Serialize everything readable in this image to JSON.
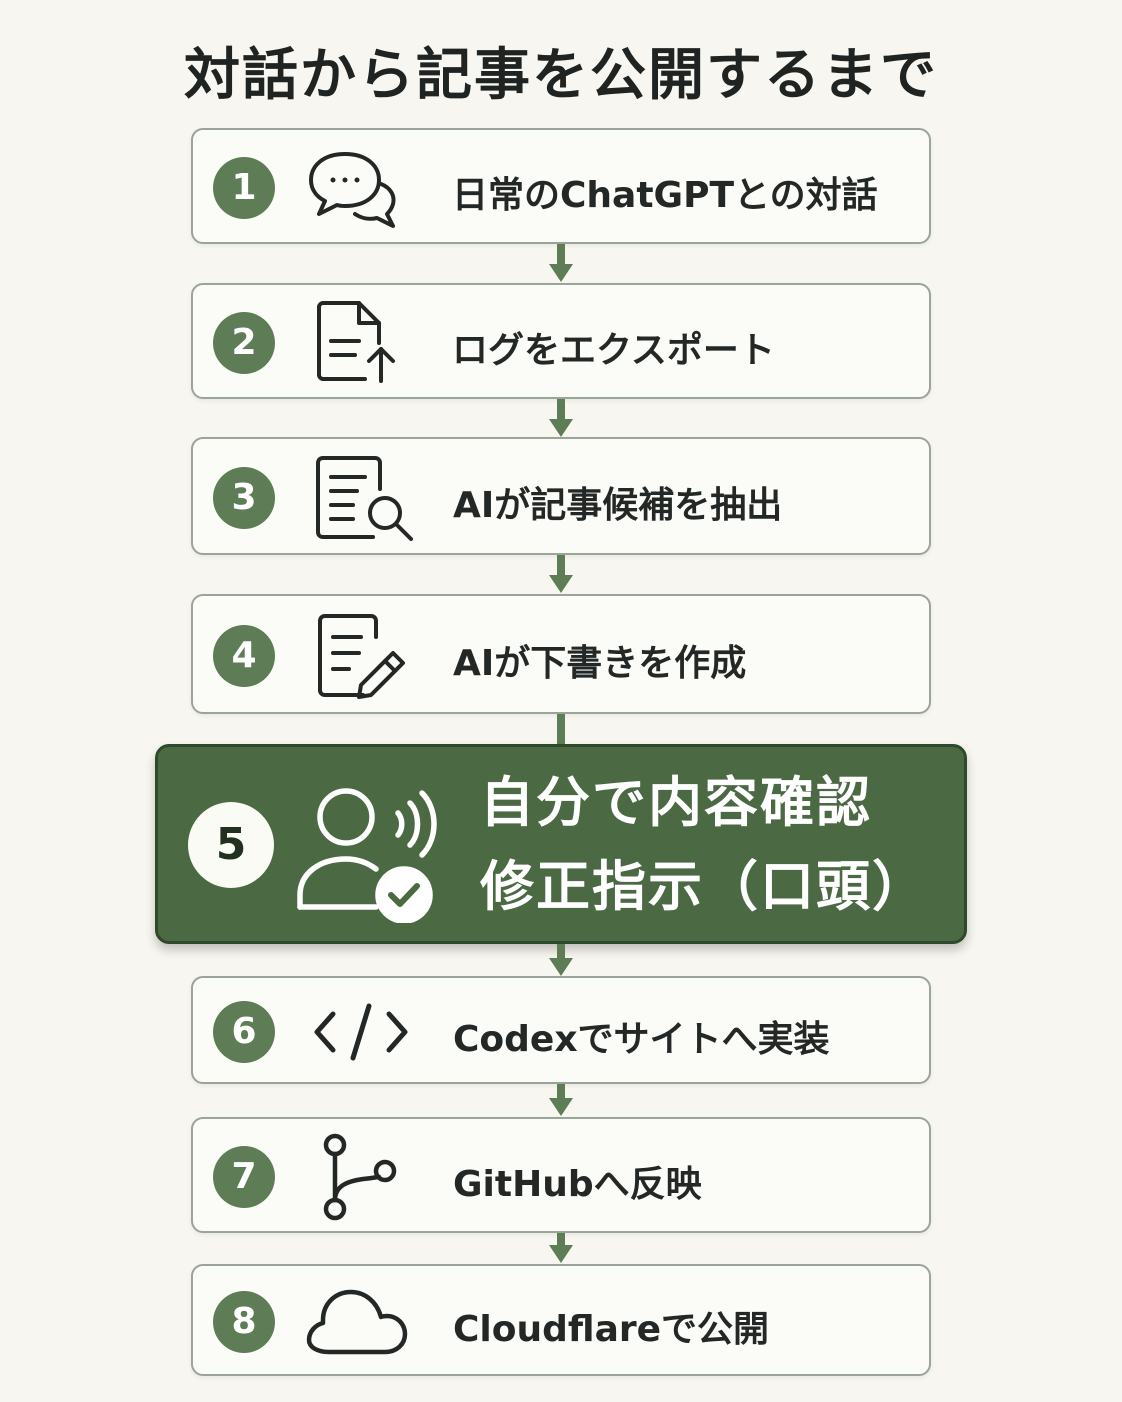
{
  "title": "対話から記事を公開するまで",
  "colors": {
    "accent": "#5e7d56",
    "highlight_bg": "#4b6a43",
    "border": "#9aa499",
    "background": "#f7f6f0"
  },
  "steps": [
    {
      "number": "1",
      "label": "日常のChatGPTとの対話",
      "icon": "chat-bubbles-icon"
    },
    {
      "number": "2",
      "label": "ログをエクスポート",
      "icon": "document-export-icon"
    },
    {
      "number": "3",
      "label": "AIが記事候補を抽出",
      "icon": "document-search-icon"
    },
    {
      "number": "4",
      "label": "AIが下書きを作成",
      "icon": "document-edit-icon"
    },
    {
      "number": "5",
      "label_line1": "自分で内容確認",
      "label_line2": "修正指示（口頭）",
      "icon": "user-voice-check-icon",
      "highlighted": true
    },
    {
      "number": "6",
      "label": "Codexでサイトへ実装",
      "icon": "code-icon"
    },
    {
      "number": "7",
      "label": "GitHubへ反映",
      "icon": "git-branch-icon"
    },
    {
      "number": "8",
      "label": "Cloudflareで公開",
      "icon": "cloud-icon"
    }
  ]
}
